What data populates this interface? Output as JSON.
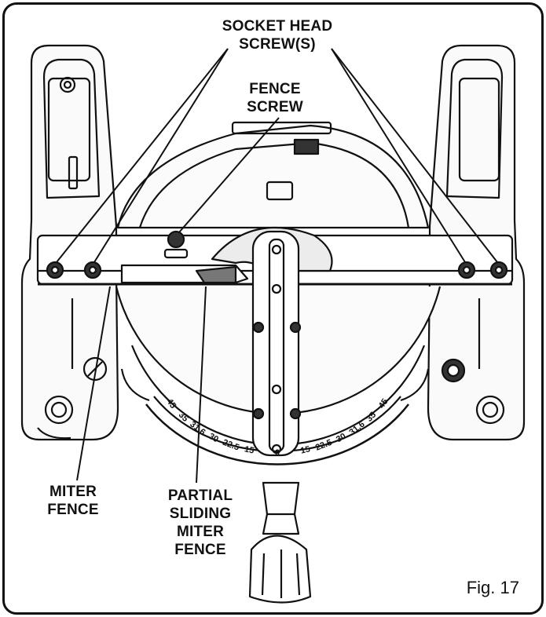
{
  "figure": {
    "label": "Fig. 17"
  },
  "callouts": {
    "socket_head_screws": [
      "SOCKET HEAD",
      "SCREW(S)"
    ],
    "fence_screw": [
      "FENCE",
      "SCREW"
    ],
    "miter_fence": [
      "MITER",
      "FENCE"
    ],
    "partial_sliding_miter_fence": [
      "PARTIAL",
      "SLIDING",
      "MITER",
      "FENCE"
    ]
  },
  "miter_scale": {
    "left_labels": [
      "45",
      "35",
      "31.6",
      "30",
      "22.5",
      "15"
    ],
    "center_label": "0",
    "right_labels": [
      "15",
      "22.5",
      "30",
      "31.6",
      "35",
      "45"
    ]
  },
  "colors": {
    "ink": "#111111",
    "fill_light": "#f4f4f4",
    "fill_gray": "#d9d9d9"
  }
}
